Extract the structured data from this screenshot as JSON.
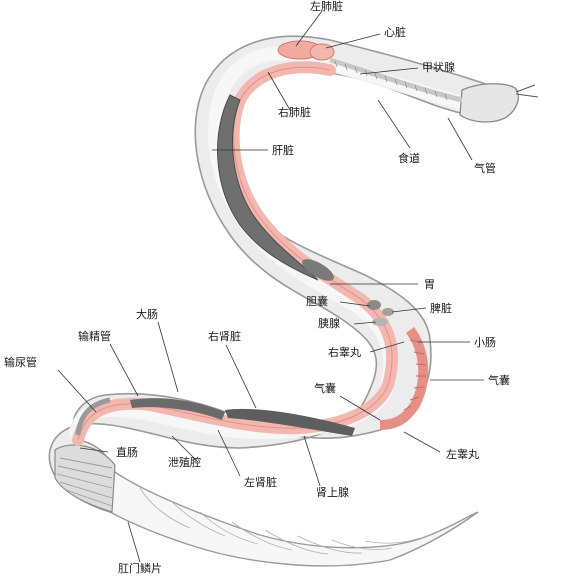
{
  "colors": {
    "background": "#ffffff",
    "body_outline": "#9a9a9a",
    "body_fill": "#ececec",
    "inner_fill": "#f8f8f8",
    "gut": "#f2b8b0",
    "gut_dark": "#e58f86",
    "liver": "#6f6f6f",
    "organ_dark": "#5e5e5e",
    "lung": "#f4a9a0",
    "label_text": "#1a1a1a",
    "leader_line": "#333333"
  },
  "labels": {
    "left_lung": "左肺脏",
    "heart": "心脏",
    "thyroid": "甲状腺",
    "right_lung": "右肺脏",
    "liver": "肝脏",
    "esophagus": "食道",
    "trachea": "气管",
    "stomach": "胃",
    "gallbladder": "胆囊",
    "spleen": "脾脏",
    "pancreas": "胰腺",
    "small_intestine": "小肠",
    "right_testis": "右睾丸",
    "air_sac_upper": "气囊",
    "air_sac_right": "气囊",
    "large_intestine": "大肠",
    "vas_deferens": "输精管",
    "right_kidney": "右肾脏",
    "ureter": "输尿管",
    "rectum": "直肠",
    "cloaca": "泄殖腔",
    "left_kidney": "左肾脏",
    "adrenal": "肾上腺",
    "left_testis": "左睾丸",
    "anal_scale": "肛门鳞片"
  }
}
